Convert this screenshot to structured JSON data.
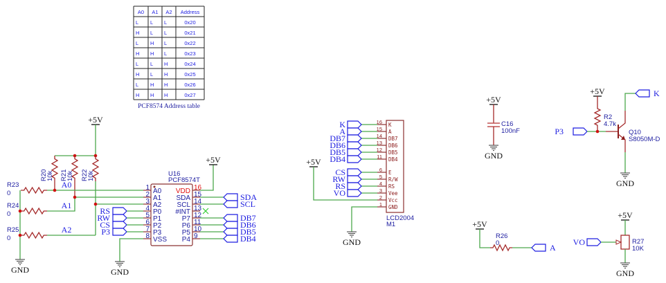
{
  "colors": {
    "wire": "#4aa84a",
    "component": "#a52a2a",
    "net_label": "#1c1ce0",
    "pin_highlight": "#e01010",
    "nc_marker": "#33cc33"
  },
  "power": {
    "vcc": "+5V",
    "gnd": "GND"
  },
  "address_table": {
    "headers": [
      "A0",
      "A1",
      "A2",
      "Address"
    ],
    "rows": [
      [
        "L",
        "L",
        "L",
        "0x20"
      ],
      [
        "H",
        "L",
        "L",
        "0x21"
      ],
      [
        "L",
        "H",
        "L",
        "0x22"
      ],
      [
        "H",
        "H",
        "L",
        "0x23"
      ],
      [
        "L",
        "L",
        "H",
        "0x24"
      ],
      [
        "H",
        "L",
        "H",
        "0x25"
      ],
      [
        "L",
        "H",
        "H",
        "0x26"
      ],
      [
        "H",
        "H",
        "H",
        "0x27"
      ]
    ],
    "caption": "PCF8574 Address table"
  },
  "u16": {
    "ref": "U16",
    "value": "PCF8574T",
    "left_pins": [
      {
        "num": "1",
        "name": "A0"
      },
      {
        "num": "2",
        "name": "A1"
      },
      {
        "num": "3",
        "name": "A2"
      },
      {
        "num": "4",
        "name": "P0"
      },
      {
        "num": "5",
        "name": "P1"
      },
      {
        "num": "6",
        "name": "P2"
      },
      {
        "num": "7",
        "name": "P3"
      },
      {
        "num": "8",
        "name": "VSS"
      }
    ],
    "right_pins": [
      {
        "num": "16",
        "name": "VDD"
      },
      {
        "num": "15",
        "name": "SDA"
      },
      {
        "num": "14",
        "name": "SCL"
      },
      {
        "num": "13",
        "name": "#INT"
      },
      {
        "num": "12",
        "name": "P7"
      },
      {
        "num": "11",
        "name": "P6"
      },
      {
        "num": "10",
        "name": "P5"
      },
      {
        "num": "9",
        "name": "P4"
      }
    ],
    "left_ports": [
      "RS",
      "RW",
      "CS",
      "P3"
    ],
    "right_ports": [
      "SDA",
      "SCL",
      "",
      "DB7",
      "DB6",
      "DB5",
      "DB4"
    ]
  },
  "address_resistors": {
    "pullups": [
      {
        "ref": "R20",
        "value": "10k"
      },
      {
        "ref": "R21",
        "value": "10k"
      },
      {
        "ref": "R22",
        "value": "10k"
      }
    ],
    "series": [
      {
        "ref": "R23",
        "value": "0",
        "net": "A0"
      },
      {
        "ref": "R24",
        "value": "0",
        "net": "A1"
      },
      {
        "ref": "R25",
        "value": "0",
        "net": "A2"
      }
    ]
  },
  "lcd": {
    "ref": "M1",
    "value": "LCD2004",
    "pins_top": [
      {
        "num": "16",
        "name": "K",
        "net": "K"
      },
      {
        "num": "15",
        "name": "A",
        "net": "A"
      },
      {
        "num": "14",
        "name": "DB7",
        "net": "DB7"
      },
      {
        "num": "13",
        "name": "DB6",
        "net": "DB6"
      },
      {
        "num": "12",
        "name": "DB5",
        "net": "DB5"
      },
      {
        "num": "11",
        "name": "DB4",
        "net": "DB4"
      }
    ],
    "pins_bottom": [
      {
        "num": "6",
        "name": "E",
        "net": "CS"
      },
      {
        "num": "5",
        "name": "R/W",
        "net": "RW"
      },
      {
        "num": "4",
        "name": "RS",
        "net": "RS"
      },
      {
        "num": "3",
        "name": "Vee",
        "net": "VO"
      },
      {
        "num": "2",
        "name": "Vcc",
        "net": ""
      },
      {
        "num": "1",
        "name": "GND",
        "net": ""
      }
    ]
  },
  "c16": {
    "ref": "C16",
    "value": "100nF"
  },
  "backlight": {
    "r_ref": "R2",
    "r_value": "4.7k",
    "q_ref": "Q10",
    "q_value": "S8050M-D",
    "in_net": "P3",
    "out_net": "K"
  },
  "r26": {
    "ref": "R26",
    "value": "0",
    "net": "A"
  },
  "r27": {
    "ref": "R27",
    "value": "10K",
    "net": "VO"
  }
}
